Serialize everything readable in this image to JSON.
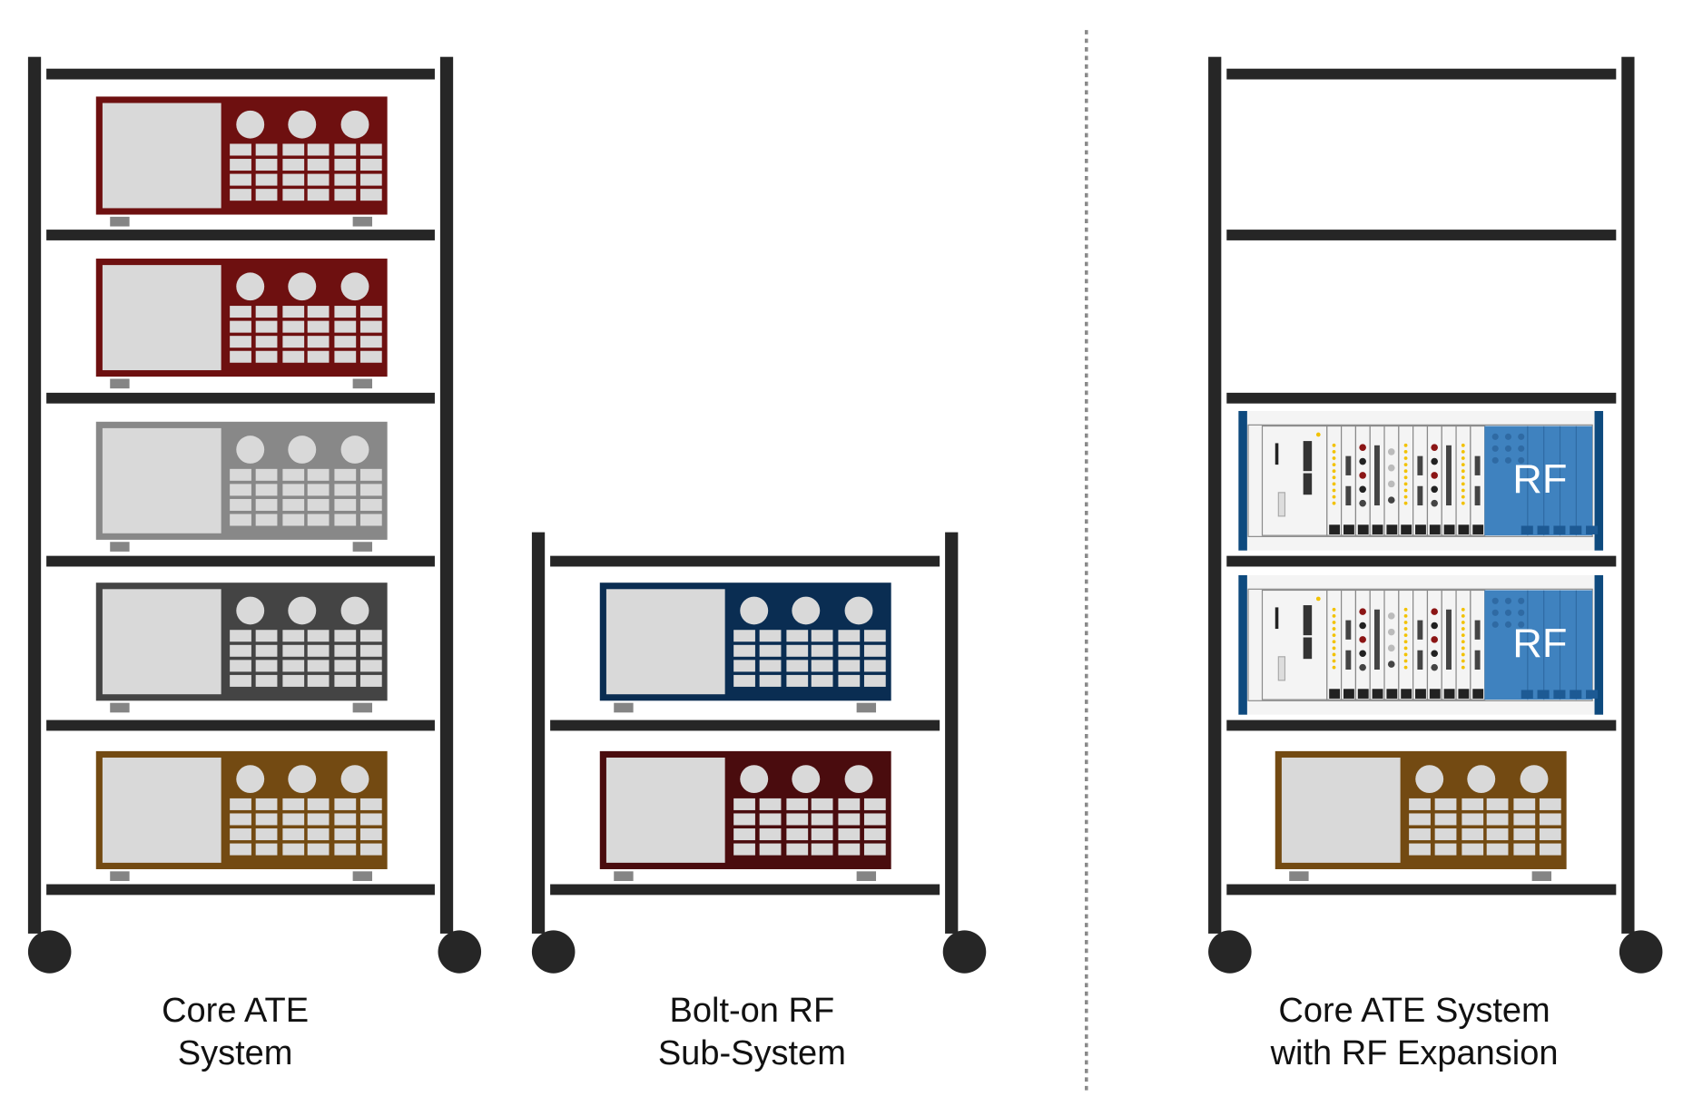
{
  "colors": {
    "rack": "#262626",
    "panel": "#d9d9d9",
    "foot": "#858585",
    "divider": "#8a8a8a",
    "pxi_rail": "#0e4a7e",
    "pxi_rf": "#3f82bf"
  },
  "racks": [
    {
      "name": "core-ate",
      "label_line1": "Core ATE",
      "label_line2": "System",
      "instruments": [
        "#6e1010",
        "#6e1010",
        "#888888",
        "#444444",
        "#734a12"
      ]
    },
    {
      "name": "bolt-on-rf",
      "label_line1": "Bolt-on RF",
      "label_line2": "Sub-System",
      "instruments": [
        "#0a2d52",
        "#4a0c0e"
      ]
    },
    {
      "name": "core-ate-rf-expansion",
      "label_line1": "Core ATE System",
      "label_line2": "with RF Expansion",
      "pxi_chassis": [
        {
          "rf_label": "RF"
        },
        {
          "rf_label": "RF"
        }
      ],
      "instruments": [
        "#734a12"
      ]
    }
  ]
}
